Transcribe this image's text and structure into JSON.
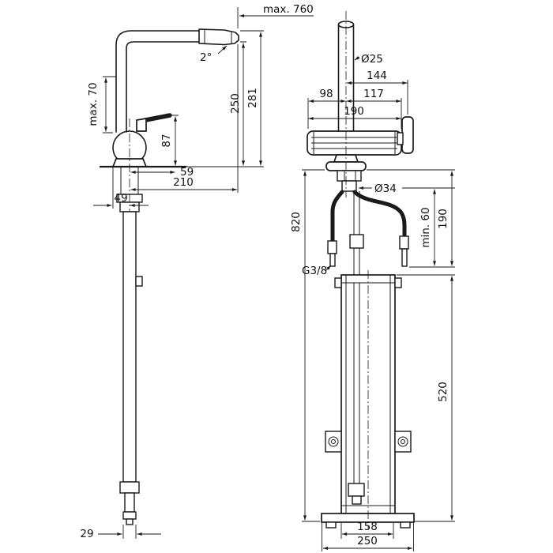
{
  "colors": {
    "line": "#1a1a1a",
    "background": "#ffffff"
  },
  "side_view": {
    "hose_pullout_max": "max. 760",
    "spout_angle": "2°",
    "outlet_height": "250",
    "total_height": "281",
    "deck_max": "max. 70",
    "handle_height": "87",
    "handle_reach": "59",
    "spout_reach": "210",
    "base_back": "49",
    "hose_width": "29"
  },
  "front_view": {
    "pipe_diameter": "Ø25",
    "handle_offset": "144",
    "spout_left": "98",
    "spout_right": "117",
    "spout_width": "190",
    "shank_diameter": "Ø34",
    "under_deck_length": "820",
    "hose_min_length": "min. 60",
    "connection_length": "190",
    "thread_size": "G3/8",
    "box_height": "520",
    "base_inner_width": "158",
    "base_width": "250"
  }
}
